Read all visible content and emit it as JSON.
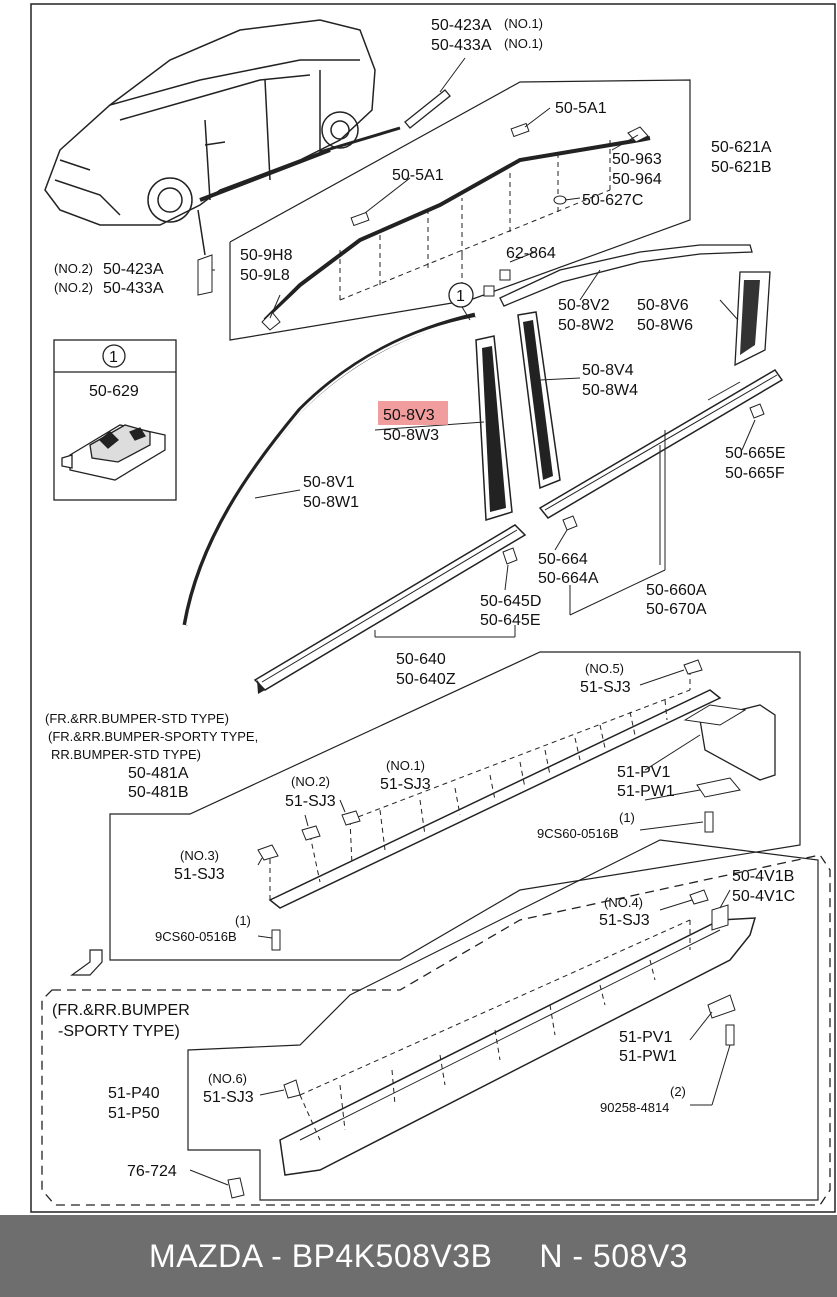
{
  "labels": {
    "p_50_423A_n1": "50-423A",
    "p_50_433A_n1": "50-433A",
    "no1_a": "(NO.1)",
    "no1_b": "(NO.1)",
    "p_50_5A1_top": "50-5A1",
    "p_50_621A": "50-621A",
    "p_50_621B": "50-621B",
    "p_50_963": "50-963",
    "p_50_964": "50-964",
    "p_50_627C": "50-627C",
    "p_50_5A1_mid": "50-5A1",
    "p_50_9H8": "50-9H8",
    "p_50_9L8": "50-9L8",
    "no2_a": "(NO.2)",
    "no2_b": "(NO.2)",
    "p_50_423A_n2": "50-423A",
    "p_50_433A_n2": "50-433A",
    "p_62_864": "62-864",
    "circle_1": "1",
    "p_50_8V2": "50-8V2",
    "p_50_8W2": "50-8W2",
    "p_50_8V6": "50-8V6",
    "p_50_8W6": "50-8W6",
    "inset_1": "1",
    "p_50_629": "50-629",
    "p_50_8V4": "50-8V4",
    "p_50_8W4": "50-8W4",
    "p_50_8V3": "50-8V3",
    "p_50_8W3": "50-8W3",
    "p_50_665E": "50-665E",
    "p_50_665F": "50-665F",
    "p_50_8V1": "50-8V1",
    "p_50_8W1": "50-8W1",
    "p_50_664": "50-664",
    "p_50_664A": "50-664A",
    "p_50_660A": "50-660A",
    "p_50_670A": "50-670A",
    "p_50_645D": "50-645D",
    "p_50_645E": "50-645E",
    "p_50_640": "50-640",
    "p_50_640Z": "50-640Z",
    "no5": "(NO.5)",
    "p_51_SJ3_n5": "51-SJ3",
    "std1": "(FR.&RR.BUMPER-STD TYPE)",
    "std2": "(FR.&RR.BUMPER-SPORTY TYPE,",
    "std3": "RR.BUMPER-STD TYPE)",
    "p_50_481A": "50-481A",
    "p_50_481B": "50-481B",
    "no2_sj": "(NO.2)",
    "p_51_SJ3_n2": "51-SJ3",
    "no1_sj": "(NO.1)",
    "p_51_SJ3_n1": "51-SJ3",
    "p_51_PV1_a": "51-PV1",
    "p_51_PW1_a": "51-PW1",
    "q1_a": "(1)",
    "p_9CS60_a": "9CS60-0516B",
    "no3": "(NO.3)",
    "p_51_SJ3_n3": "51-SJ3",
    "q1_b": "(1)",
    "p_9CS60_b": "9CS60-0516B",
    "p_50_4V1B": "50-4V1B",
    "p_50_4V1C": "50-4V1C",
    "no4": "(NO.4)",
    "p_51_SJ3_n4": "51-SJ3",
    "sporty1": "(FR.&RR.BUMPER",
    "sporty2": "-SPORTY TYPE)",
    "p_51_PV1_b": "51-PV1",
    "p_51_PW1_b": "51-PW1",
    "p_51_P40": "51-P40",
    "p_51_P50": "51-P50",
    "no6": "(NO.6)",
    "p_51_SJ3_n6": "51-SJ3",
    "q2": "(2)",
    "p_90258": "90258-4814",
    "p_76_724": "76-724"
  },
  "highlight_color": "#f08c8c",
  "footer": {
    "text": "MAZDA - BP4K508V3B     N - 508V3",
    "bg_color": "#6e6e6e"
  }
}
